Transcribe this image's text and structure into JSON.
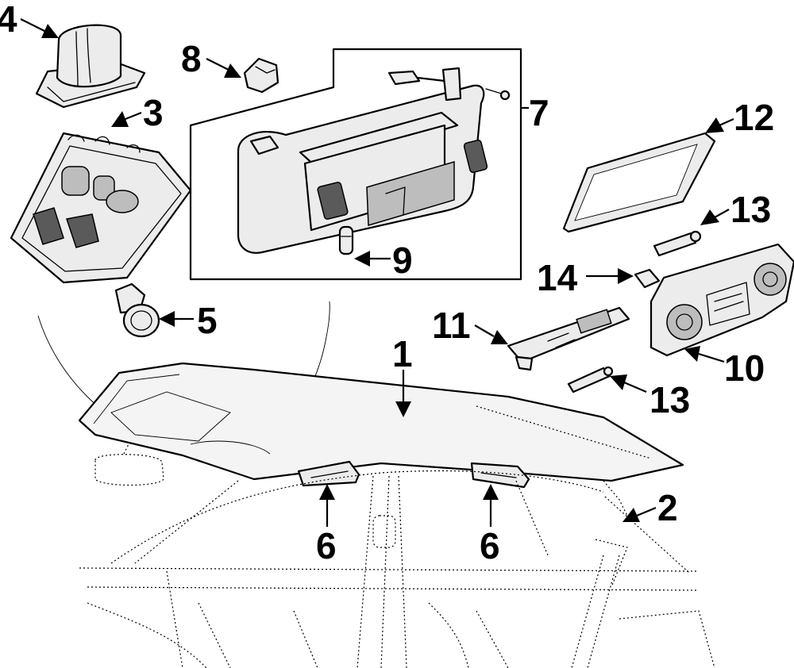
{
  "callouts": [
    {
      "id": "c1",
      "label": "1"
    },
    {
      "id": "c2",
      "label": "2"
    },
    {
      "id": "c3",
      "label": "3"
    },
    {
      "id": "c4",
      "label": "4"
    },
    {
      "id": "c5",
      "label": "5"
    },
    {
      "id": "c6a",
      "label": "6"
    },
    {
      "id": "c6b",
      "label": "6"
    },
    {
      "id": "c7",
      "label": "7"
    },
    {
      "id": "c8",
      "label": "8"
    },
    {
      "id": "c9",
      "label": "9"
    },
    {
      "id": "c10",
      "label": "10"
    },
    {
      "id": "c11",
      "label": "11"
    },
    {
      "id": "c12",
      "label": "12"
    },
    {
      "id": "c13a",
      "label": "13"
    },
    {
      "id": "c13b",
      "label": "13"
    },
    {
      "id": "c14",
      "label": "14"
    }
  ]
}
